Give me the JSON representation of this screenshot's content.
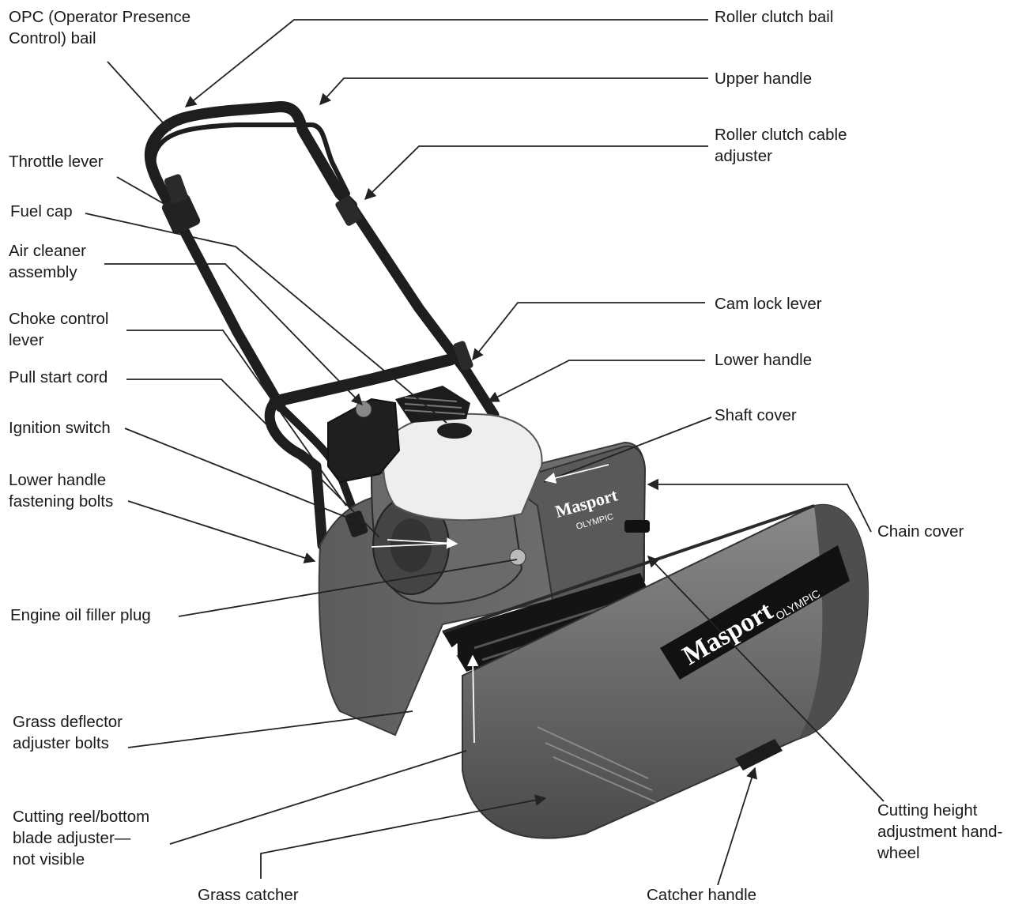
{
  "colors": {
    "body": "#6e6e6e",
    "dark": "#2c2c2c",
    "engine_light": "#eeeeee",
    "leader": "#222222"
  },
  "brand": {
    "deck": "Masport",
    "deck_model": "OLYMPIC",
    "side": "Masport",
    "side_model": "OLYMPIC"
  },
  "labels": {
    "opc_bail": "OPC (Operator Presence\nControl) bail",
    "throttle_lever": "Throttle lever",
    "fuel_cap": "Fuel cap",
    "air_cleaner": "Air cleaner\nassembly",
    "choke_lever": "Choke control\nlever",
    "pull_start": "Pull start cord",
    "ignition_switch": "Ignition switch",
    "lower_handle_bolts": "Lower handle\nfastening bolts",
    "engine_oil_plug": "Engine oil filler plug",
    "deflector_bolts": "Grass deflector\nadjuster bolts",
    "reel_adjuster": "Cutting reel/bottom\nblade adjuster—\nnot visible",
    "grass_catcher": "Grass catcher",
    "roller_clutch_bail": "Roller clutch bail",
    "upper_handle": "Upper handle",
    "roller_clutch_cable": "Roller clutch cable\nadjuster",
    "cam_lock": "Cam lock lever",
    "lower_handle": "Lower handle",
    "shaft_cover": "Shaft cover",
    "chain_cover": "Chain cover",
    "height_wheel": "Cutting height\nadjustment hand-\nwheel",
    "catcher_handle": "Catcher handle"
  }
}
